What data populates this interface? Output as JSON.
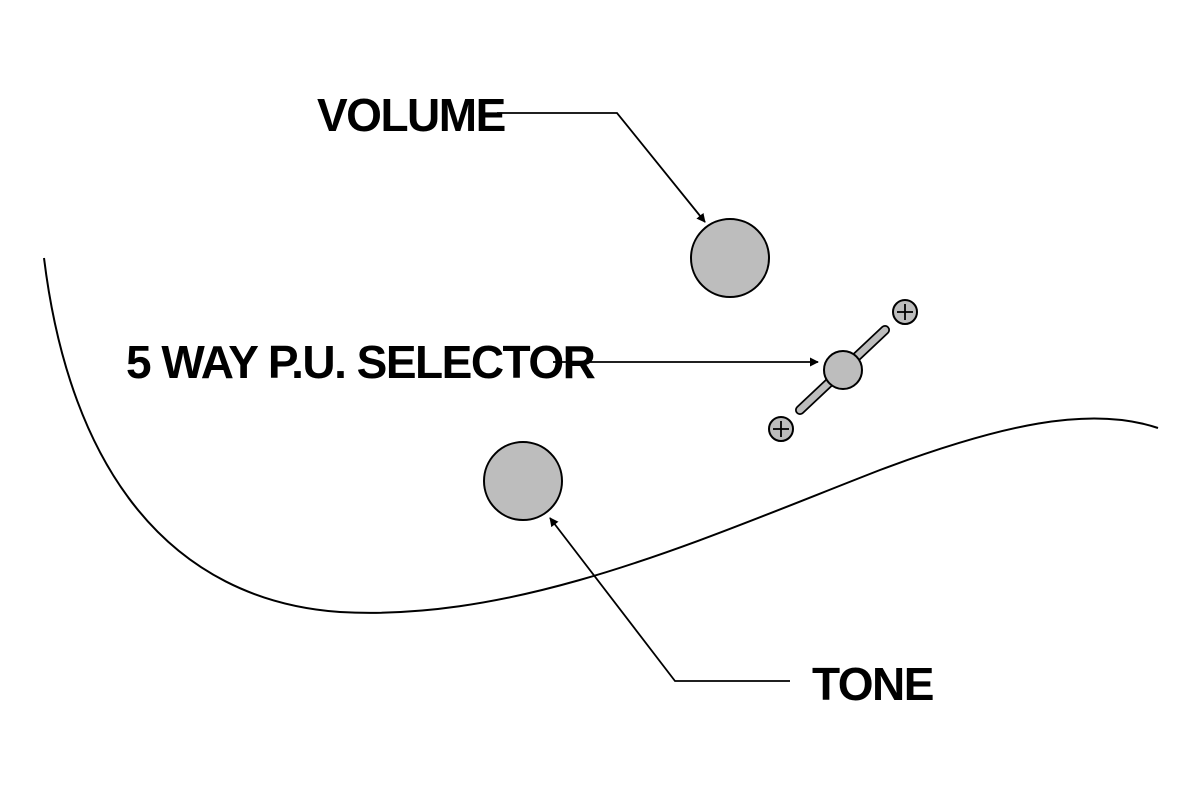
{
  "labels": {
    "volume": "VOLUME",
    "selector": "5 WAY P.U. SELECTOR",
    "tone": "TONE"
  },
  "colors": {
    "background": "#ffffff",
    "line": "#000000",
    "knob_fill": "#bdbdbd"
  },
  "icons": {
    "screw": "screw-head-icon",
    "knob": "control-knob-icon",
    "switch": "selector-switch-icon"
  }
}
